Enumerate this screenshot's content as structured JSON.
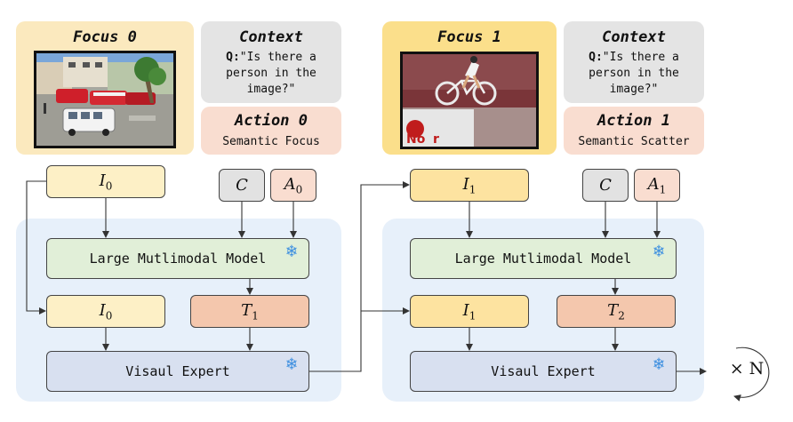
{
  "stage0": {
    "focus_title": "Focus 0",
    "context_title": "Context",
    "question_prefix": "Q:",
    "question_text": "\"Is there a person in the image?\"",
    "action_title": "Action 0",
    "action_value": "Semantic Focus",
    "image_top": "I",
    "image_top_sub": "0",
    "context_box": "C",
    "action_box": "A",
    "action_box_sub": "0",
    "lmm_label": "Large Mutlimodal Model",
    "image_bottom": "I",
    "image_bottom_sub": "0",
    "token": "T",
    "token_sub": "1",
    "expert_label": "Visaul Expert"
  },
  "stage1": {
    "focus_title": "Focus 1",
    "context_title": "Context",
    "question_prefix": "Q:",
    "question_text": "\"Is there a person in the image?\"",
    "action_title": "Action 1",
    "action_value": "Semantic Scatter",
    "image_top": "I",
    "image_top_sub": "1",
    "context_box": "C",
    "action_box": "A",
    "action_box_sub": "1",
    "lmm_label": "Large Mutlimodal Model",
    "image_bottom": "I",
    "image_bottom_sub": "1",
    "token": "T",
    "token_sub": "2",
    "expert_label": "Visaul Expert"
  },
  "repeat_label": "× N",
  "icons": {
    "frozen": "snowflake-icon",
    "repeat": "loop-arrow-icon"
  },
  "colors": {
    "panel_blue": "#e7f0fa",
    "focus_yellow": "#fbe9be",
    "focus_yellow_strong": "#fbdf8b",
    "lmm_green": "#e1efd8",
    "expert_blue": "#d8e0f0",
    "token_orange": "#f4c7ad",
    "snowflake": "#3d8fe0"
  }
}
